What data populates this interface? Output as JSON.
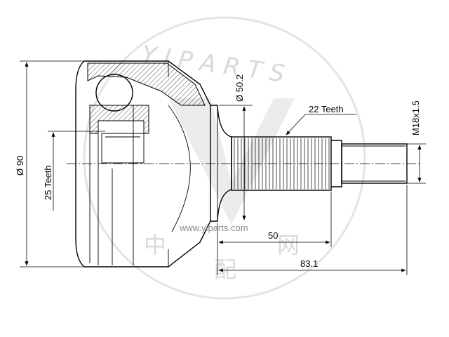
{
  "watermark": {
    "brand": "Y I P A R T S",
    "url": "www.yiparts.com",
    "chinese": [
      "中",
      "配",
      "网"
    ],
    "color": "#d9d9d9"
  },
  "dimensions": {
    "housing_diameter": "Ø 90",
    "inner_teeth": "25 Teeth",
    "shaft_diameter": "Ø 50.2",
    "outer_teeth": "22 Teeth",
    "thread": "M18x1.5",
    "spline_length": "50",
    "total_length": "83.1"
  }
}
